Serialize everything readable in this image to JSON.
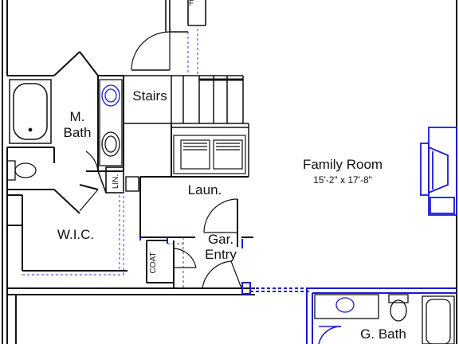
{
  "plan": {
    "rooms": {
      "m_bath_line1": "M.",
      "m_bath_line2": "Bath",
      "stairs": "Stairs",
      "laundry": "Laun.",
      "wic": "W.I.C.",
      "garage_entry_line1": "Gar.",
      "garage_entry_line2": "Entry",
      "family_room": "Family Room",
      "family_room_size": "15'-2\" x 17'-8\"",
      "guest_bath": "G. Bath"
    },
    "closets": {
      "linen": "LIN.",
      "coat": "COAT"
    },
    "misc": {
      "fridge_mark": "F"
    },
    "colors": {
      "wall": "#111111",
      "blue_fixture": "#1a1ad6",
      "blue_dashed": "#3a3ad8"
    }
  }
}
